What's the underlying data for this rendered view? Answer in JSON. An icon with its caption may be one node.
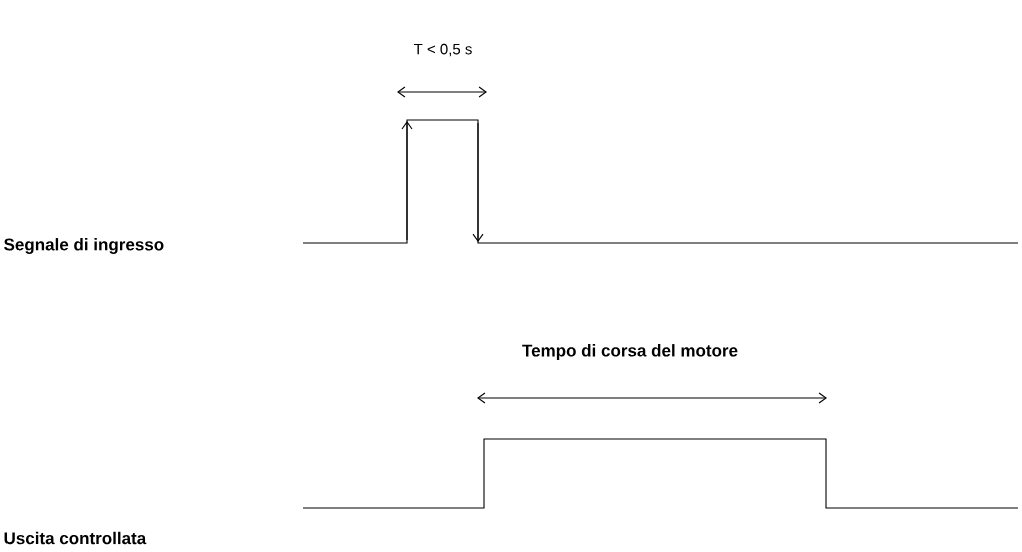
{
  "diagram": {
    "labels": [
      "T < 0,5 s",
      "Segnale di ingresso",
      "Tempo di corsa del motore",
      "Uscita controllata"
    ]
  }
}
